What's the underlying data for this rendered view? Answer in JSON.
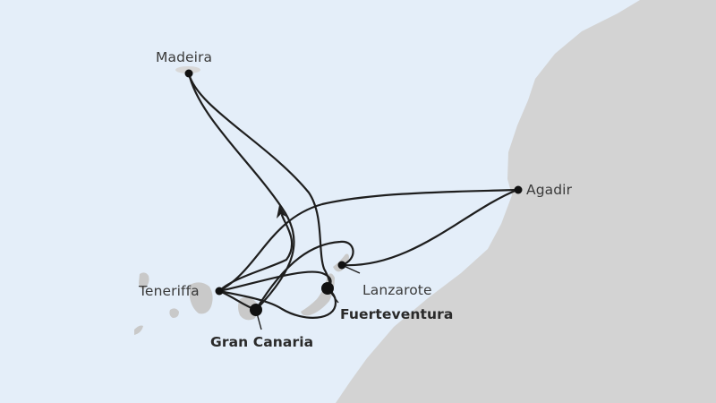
{
  "map": {
    "colors": {
      "sea": "#e4eef9",
      "land": "#d3d3d3",
      "island": "#c9c9c9",
      "route": "#1e1e1e",
      "port_dot": "#111111",
      "label": "#3a3a3a"
    },
    "ports": [
      {
        "name": "Madeira",
        "bold": false
      },
      {
        "name": "Agadir",
        "bold": false
      },
      {
        "name": "Teneriffa",
        "bold": false
      },
      {
        "name": "Lanzarote",
        "bold": false
      },
      {
        "name": "Fuerteventura",
        "bold": true
      },
      {
        "name": "Gran Canaria",
        "bold": true
      }
    ],
    "region": "Canary Islands, Madeira and Moroccan coast",
    "route_type": "cruise itinerary"
  }
}
